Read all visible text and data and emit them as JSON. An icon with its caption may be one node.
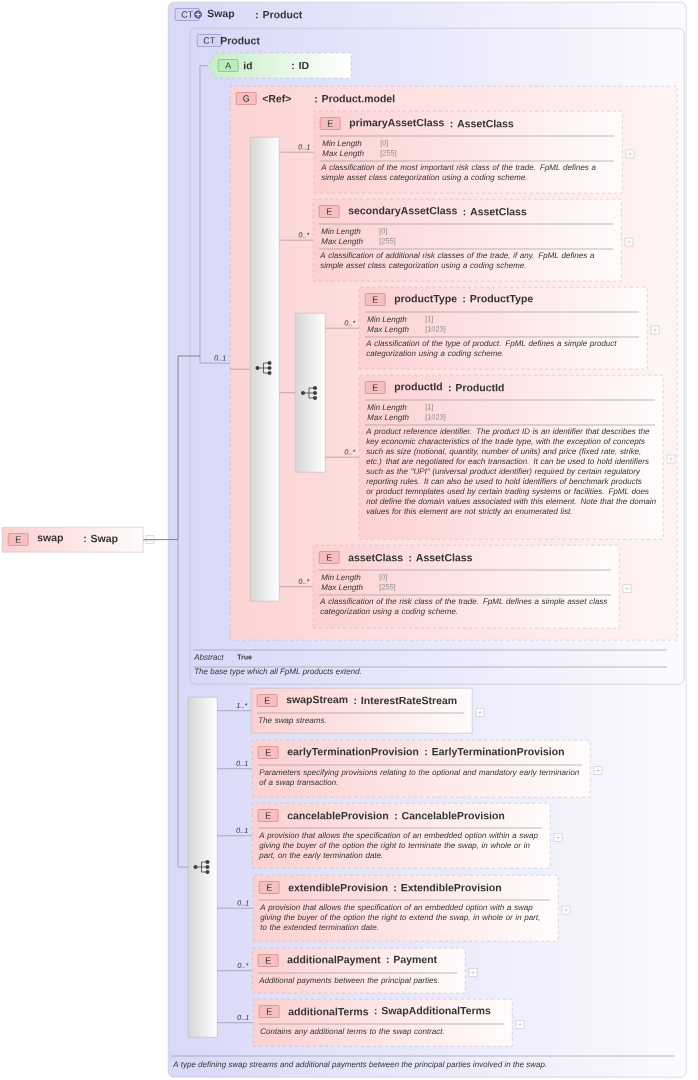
{
  "diagram": {
    "nodes": [
      {
        "text": [
          "E",
          "swap",
          ": Swap"
        ]
      },
      {
        "text": [
          "CT",
          "Swap",
          ": Product",
          "A type defining swap streams and additional payments between the principal parties involved in the swap."
        ]
      },
      {
        "text": [
          "CT",
          "Product",
          "Abstract",
          "True",
          "The base type which all FpML products extend."
        ],
        "in": 1
      },
      {
        "text": [
          "A",
          "id",
          ": ID"
        ],
        "in": 2
      },
      {
        "text": [
          "G",
          "<Ref>",
          ": Product.model"
        ],
        "in": 2
      },
      {
        "text": [],
        "shape": "bar",
        "in": 4
      },
      {
        "text": [
          "E",
          "primaryAssetClass",
          ": AssetClass",
          "Min Length",
          "[0]",
          "Max Length",
          "[255]",
          "A classification of the most important risk class of the trade. FpML defines a simple asset class categorization using a coding scheme."
        ],
        "in": 4
      },
      {
        "text": [
          "E",
          "secondaryAssetClass",
          ": AssetClass",
          "Min Length",
          "[0]",
          "Max Length",
          "[255]",
          "A classification of additional risk classes of the trade, if any. FpML defines a simple asset class categorization using a coding scheme."
        ],
        "in": 4
      },
      {
        "text": [],
        "shape": "bar",
        "in": 4
      },
      {
        "text": [
          "E",
          "productType",
          ": ProductType",
          "Min Length",
          "[1]",
          "Max Length",
          "[1023]",
          "A classification of the type of product. FpML defines a simple product categorization using a coding scheme."
        ],
        "in": 4
      },
      {
        "text": [
          "E",
          "productId",
          ": ProductId",
          "Min Length",
          "[1]",
          "Max Length",
          "[1023]",
          "A product reference identifier. The product ID is an identifier that describes the key economic characteristics of the trade type, with the exception of concepts such as size (notional, quantity, number of units) and price (fixed rate, strike, etc.) that are negotiated for each transaction. It can be used to hold identifiers such as the \"UPI\" (universal product identifier) required by certain regulatory reporting rules. It can also be used to hold identifiers of benchmark products or product temnplates used by certain trading systems or facilities. FpML does not define the domain values associated with this element. Note that the domain values for this element are not strictly an enumerated list."
        ],
        "in": 4
      },
      {
        "text": [
          "E",
          "assetClass",
          ": AssetClass",
          "Min Length",
          "[0]",
          "Max Length",
          "[255]",
          "A classification of the risk class of the trade. FpML defines a simple asset class categorization using a coding scheme."
        ],
        "in": 4
      },
      {
        "text": [],
        "shape": "bar",
        "in": 1
      },
      {
        "text": [
          "E",
          "swapStream",
          ": InterestRateStream",
          "The swap streams."
        ],
        "in": 1
      },
      {
        "text": [
          "E",
          "earlyTerminationProvision",
          ": EarlyTerminationProvision",
          "Parameters specifying provisions relating to the optional and mandatory early terminarion of a swap transaction."
        ],
        "in": 1
      },
      {
        "text": [
          "E",
          "cancelableProvision",
          ": CancelableProvision",
          "A provision that allows the specification of an embedded option within a swap giving the buyer of the option the right to terminate the swap, in whole or in part, on the early termination date."
        ],
        "in": 1
      },
      {
        "text": [
          "E",
          "extendibleProvision",
          ": ExtendibleProvision",
          "A provision that allows the specification of an embedded option with a swap giving the buyer of the option the right to extend the swap, in whole or in part, to the extended termination date."
        ],
        "in": 1
      },
      {
        "text": [
          "E",
          "additionalPayment",
          ": Payment",
          "Additional payments between the principal parties."
        ],
        "in": 1
      },
      {
        "text": [
          "E",
          "additionalTerms",
          ": SwapAdditionalTerms",
          "Contains any additional terms to the swap contract."
        ],
        "in": 1
      }
    ],
    "edges": [
      {
        "from": 0,
        "to": 3,
        "arrow": "none"
      },
      {
        "from": 0,
        "to": 4,
        "arrow": "none",
        "label": "0..1"
      },
      {
        "from": 4,
        "to": 5,
        "arrow": "none"
      },
      {
        "from": 5,
        "to": 6,
        "arrow": "none",
        "label": "0..1"
      },
      {
        "from": 5,
        "to": 7,
        "arrow": "none",
        "label": "0..*"
      },
      {
        "from": 5,
        "to": 8,
        "arrow": "none"
      },
      {
        "from": 8,
        "to": 9,
        "arrow": "none",
        "label": "0..*"
      },
      {
        "from": 8,
        "to": 10,
        "arrow": "none",
        "label": "0..*"
      },
      {
        "from": 5,
        "to": 11,
        "arrow": "none",
        "label": "0..*"
      },
      {
        "from": 0,
        "to": 12,
        "arrow": "none"
      },
      {
        "from": 12,
        "to": 13,
        "arrow": "none",
        "label": "1..*"
      },
      {
        "from": 12,
        "to": 14,
        "arrow": "none",
        "label": "0..1"
      },
      {
        "from": 12,
        "to": 15,
        "arrow": "none",
        "label": "0..1"
      },
      {
        "from": 12,
        "to": 16,
        "arrow": "none",
        "label": "0..1"
      },
      {
        "from": 12,
        "to": 17,
        "arrow": "none",
        "label": "0..*"
      },
      {
        "from": 12,
        "to": 18,
        "arrow": "none",
        "label": "0..1"
      }
    ]
  }
}
